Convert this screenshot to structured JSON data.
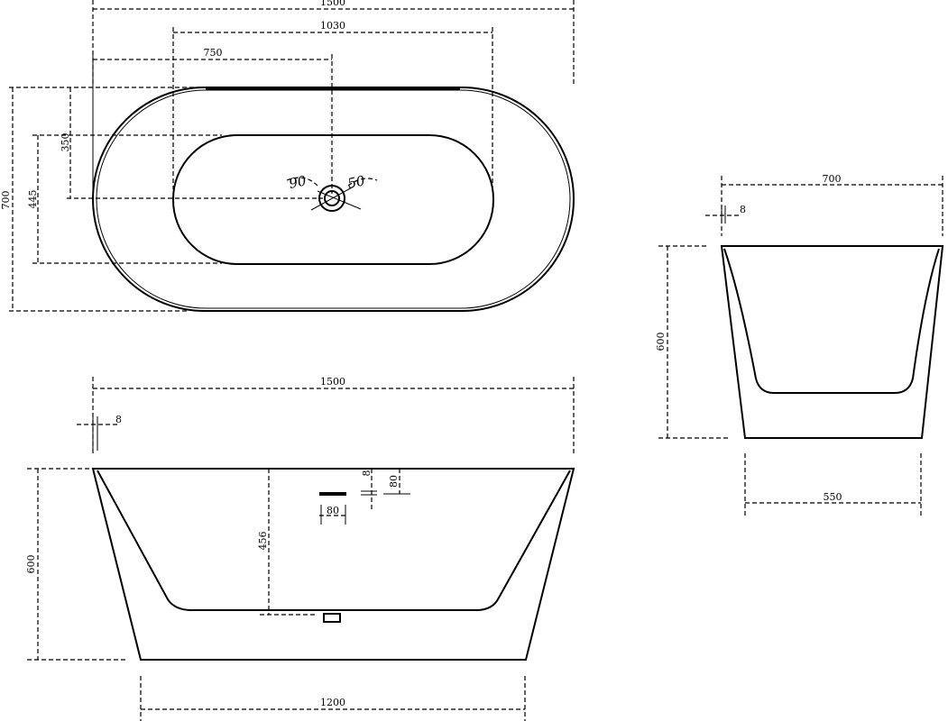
{
  "labels": {
    "top_view": {
      "overall_length": "1500",
      "inner_length": "1030",
      "drain_offset": "750",
      "drain_depth_offset": "350",
      "overall_width": "700",
      "inner_width": "445",
      "drain_angle_left": "90",
      "drain_angle_right": "50"
    },
    "front_view": {
      "overall_length": "1500",
      "wall_thickness": "8",
      "overall_height": "600",
      "inner_depth": "456",
      "overflow_width": "80",
      "overflow_wall": "8",
      "overflow_offset": "80",
      "base_length": "1200"
    },
    "side_view": {
      "overall_width": "700",
      "wall_thickness": "8",
      "overall_height": "600",
      "base_width": "550"
    }
  }
}
